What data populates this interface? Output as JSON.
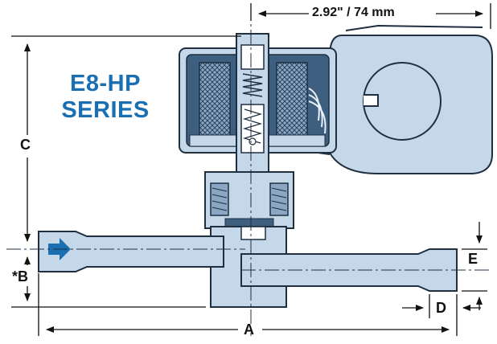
{
  "title": {
    "line1": "E8-HP",
    "line2": "SERIES"
  },
  "dimensions": {
    "top_width": "2.92\" / 74 mm",
    "a": "A",
    "b": "*B",
    "c": "C",
    "d": "D",
    "e": "E"
  },
  "colors": {
    "body": "#c5d8ea",
    "body_dark": "#3e5f80",
    "accent": "#1a6fb3",
    "outline": "#1f2f40"
  },
  "icons": {
    "flow_arrow": "arrow-right-icon"
  }
}
